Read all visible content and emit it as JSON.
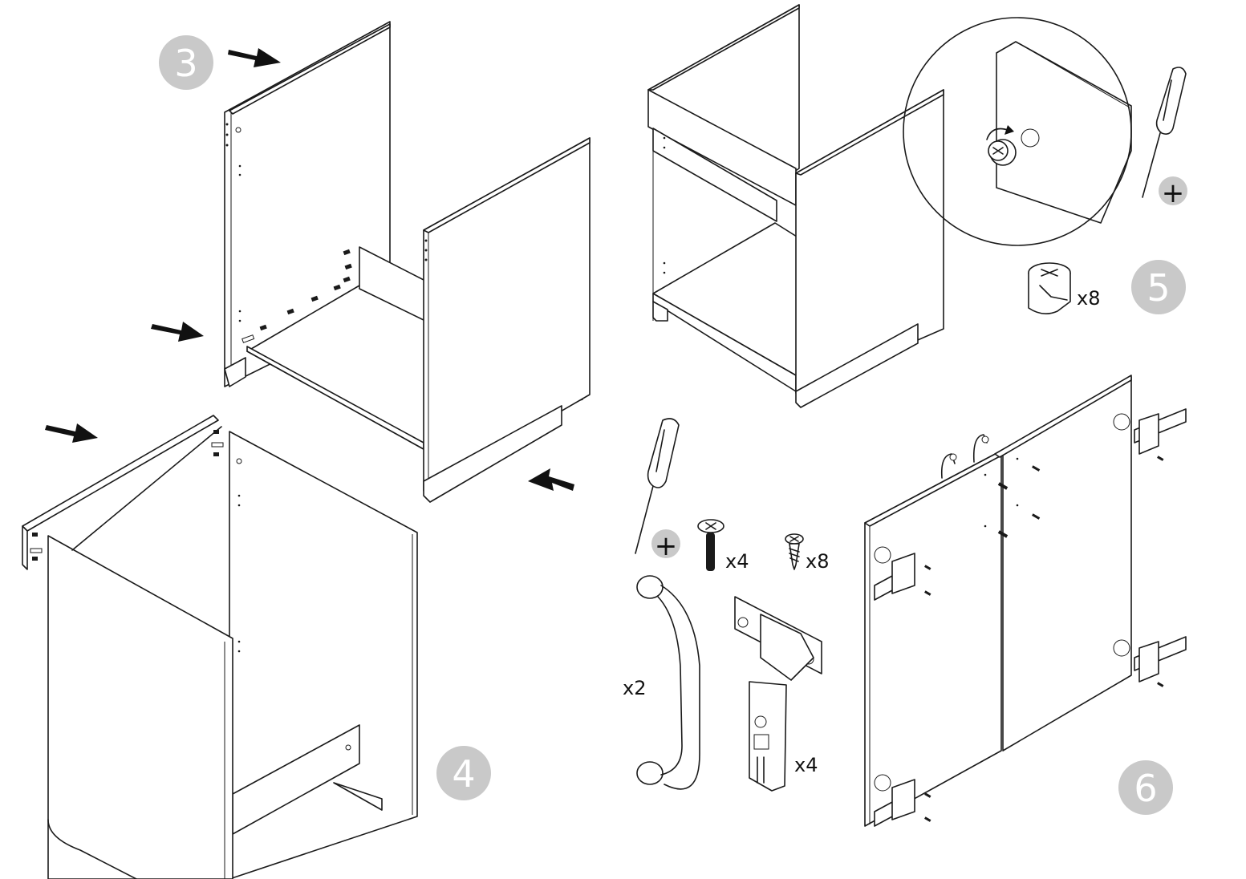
{
  "steps": [
    {
      "number": "3"
    },
    {
      "number": "4"
    },
    {
      "number": "5"
    },
    {
      "number": "6"
    }
  ],
  "hardware": {
    "cam_lock_qty": "x8",
    "long_bolt_qty": "x4",
    "short_screw_qty": "x8",
    "handle_qty": "x2",
    "hinge_qty": "x4",
    "tool": "phillips-screwdriver",
    "tool_sign": "+"
  }
}
